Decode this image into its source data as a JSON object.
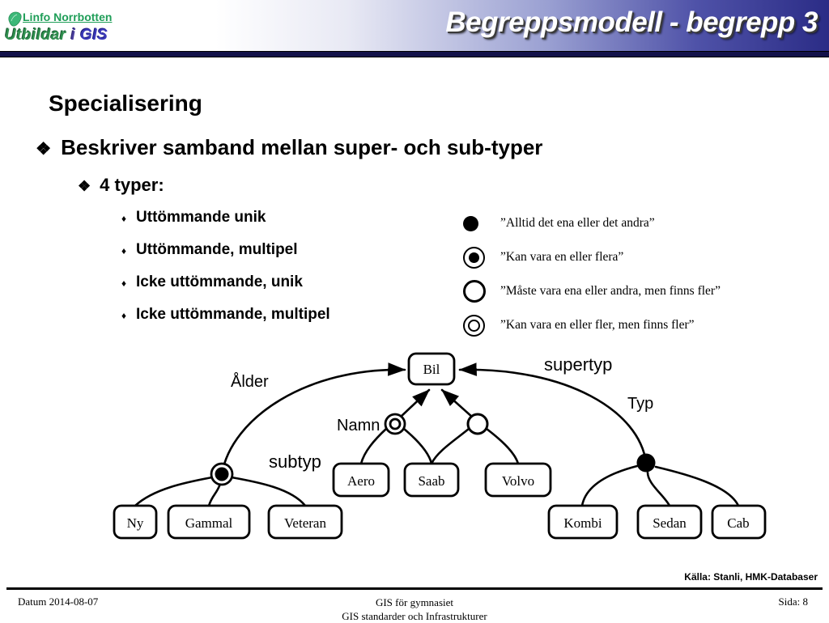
{
  "header": {
    "title": "Begreppsmodell - begrepp 3",
    "logo": {
      "icon": "leaf-icon",
      "name": "Linfo Norrbotten",
      "tagline_part1": "Utbildar",
      "tagline_part2": "i",
      "tagline_part3": "GIS",
      "green": "#1f9e58",
      "blue": "#3a38b8"
    },
    "accent_color": "#2b2c86"
  },
  "content": {
    "heading": "Specialisering",
    "bullet_mark_l1": "❖",
    "bullet_mark_l2": "❖",
    "bullet_mark_l3": "♦",
    "level1": "Beskriver samband mellan super- och sub-typer",
    "level2": "4 typer:",
    "types": [
      "Uttömmande unik",
      "Uttömmande, multipel",
      "Icke uttömmande, unik",
      "Icke uttömmande, multipel"
    ]
  },
  "legend": {
    "items": [
      {
        "symbol": "filled-circle",
        "text": "”Alltid det ena eller det andra”"
      },
      {
        "symbol": "ring-filled-circle",
        "text": "”Kan vara en eller flera”"
      },
      {
        "symbol": "open-circle",
        "text": "”Måste vara ena eller andra, men finns fler”"
      },
      {
        "symbol": "double-ring-circle",
        "text": "”Kan vara en eller fler, men finns fler”"
      }
    ]
  },
  "diagram": {
    "supertype_box": "Bil",
    "annotations": {
      "alder": "Ålder",
      "namn": "Namn",
      "subtyp": "subtyp",
      "supertyp": "supertyp",
      "typ": "Typ"
    },
    "groups": [
      {
        "name": "alder-group",
        "node_symbol": "ring-filled-circle",
        "boxes": [
          "Ny",
          "Gammal",
          "Veteran"
        ]
      },
      {
        "name": "namn-group",
        "node_symbol": "double-ring-circle",
        "boxes": [
          "Aero",
          "Saab"
        ]
      },
      {
        "name": "unnamed-group",
        "node_symbol": "open-circle",
        "boxes": [
          "Saab",
          "Volvo"
        ]
      },
      {
        "name": "typ-group",
        "node_symbol": "filled-circle",
        "boxes": [
          "Kombi",
          "Sedan",
          "Cab"
        ]
      }
    ]
  },
  "source_note": "Källa: Stanli, HMK-Databaser",
  "footer": {
    "date": "Datum 2014-08-07",
    "center_line1": "GIS för gymnasiet",
    "center_line2": "GIS standarder och Infrastrukturer",
    "page": "Sida:  8"
  }
}
